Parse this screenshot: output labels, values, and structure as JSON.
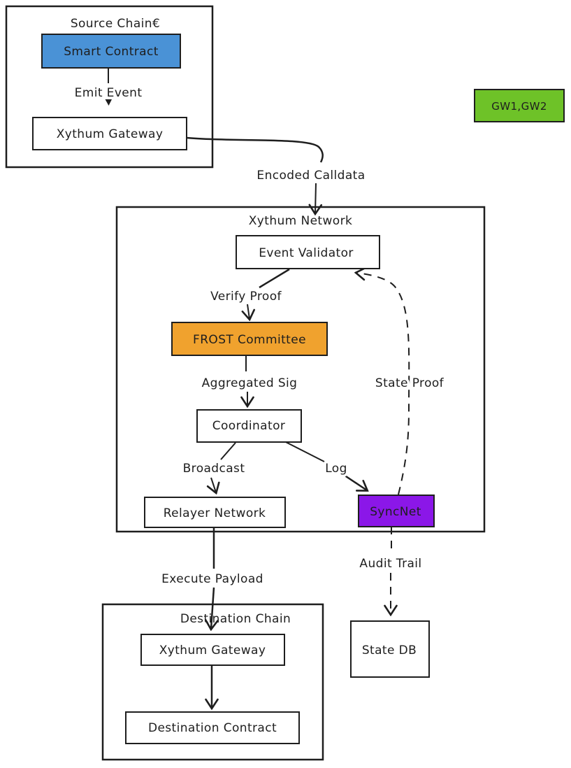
{
  "colors": {
    "stroke": "#1e1e1e",
    "node_fill": "#ffffff",
    "smart_contract_blue": "#4a92d6",
    "gateway_badge_green": "#6ec228",
    "frost_orange": "#f0a22e",
    "syncnet_purple": "#8b17e8",
    "background": "#ffffff"
  },
  "source_chain": {
    "title": "Source Chain€",
    "smart_contract": "Smart Contract",
    "emit_event_label": "Emit Event",
    "gateway": "Xythum Gateway"
  },
  "gateway_badge": {
    "label": "GW1,GW2"
  },
  "network": {
    "title": "Xythum Network",
    "event_validator": "Event Validator",
    "verify_proof_label": "Verify Proof",
    "frost_committee": "FROST Committee",
    "aggregated_sig_label": "Aggregated Sig",
    "coordinator": "Coordinator",
    "broadcast_label": "Broadcast",
    "log_label": "Log",
    "relayer_network": "Relayer Network",
    "syncnet": "SyncNet",
    "state_proof_label": "State Proof"
  },
  "destination_chain": {
    "title": "Destination Chain",
    "gateway": "Xythum Gateway",
    "contract": "Destination Contract"
  },
  "edges": {
    "encoded_calldata_label": "Encoded Calldata",
    "execute_payload_label": "Execute Payload",
    "audit_trail_label": "Audit Trail"
  },
  "state_db": {
    "label": "State DB"
  }
}
